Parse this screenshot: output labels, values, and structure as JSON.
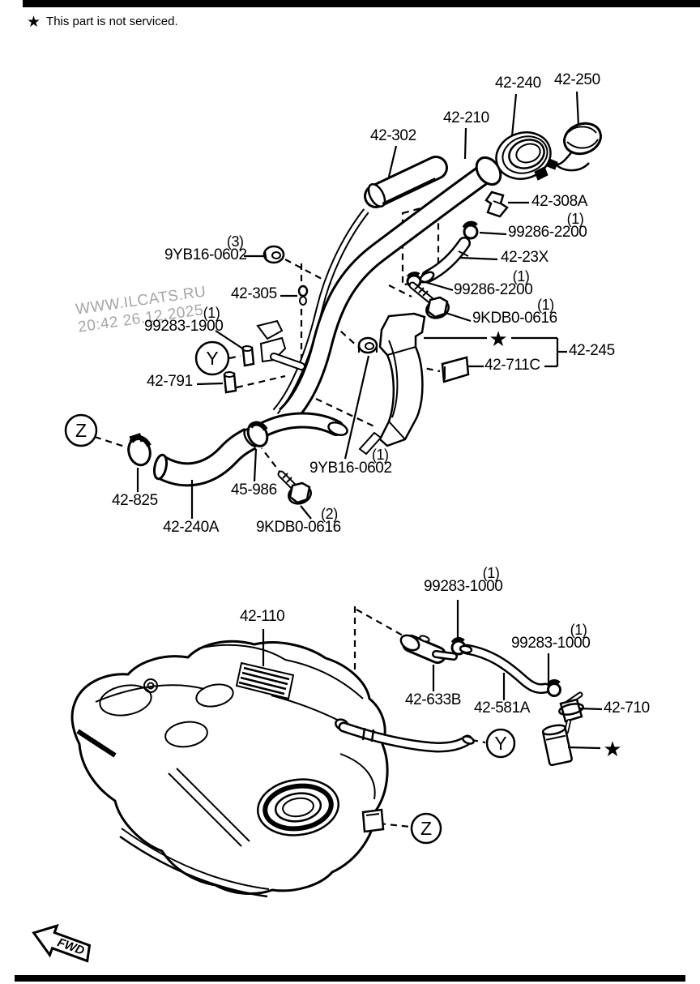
{
  "note": {
    "star": "★",
    "text": "This part is not serviced."
  },
  "watermark": {
    "line1": "WWW.ILCATS.RU",
    "line2": "20:42 26.12.2025"
  },
  "fwd": {
    "label": "FWD"
  },
  "upper": {
    "star_symbol": "★",
    "view_y": "Y",
    "view_z": "Z",
    "callouts": [
      {
        "part": "42-302",
        "qty": ""
      },
      {
        "part": "42-210",
        "qty": ""
      },
      {
        "part": "42-240",
        "qty": ""
      },
      {
        "part": "42-250",
        "qty": ""
      },
      {
        "part": "42-308A",
        "qty": ""
      },
      {
        "part": "99286-2200",
        "qty": "(1)"
      },
      {
        "part": "42-23X",
        "qty": ""
      },
      {
        "part": "99286-2200",
        "qty": "(1)"
      },
      {
        "part": "9KDB0-0616",
        "qty": "(1)"
      },
      {
        "part": "9YB16-0602",
        "qty": "(3)"
      },
      {
        "part": "42-305",
        "qty": ""
      },
      {
        "part": "99283-1900",
        "qty": "(1)"
      },
      {
        "part": "42-791",
        "qty": ""
      },
      {
        "part": "42-245",
        "qty": ""
      },
      {
        "part": "42-711C",
        "qty": ""
      },
      {
        "part": "42-825",
        "qty": ""
      },
      {
        "part": "42-240A",
        "qty": ""
      },
      {
        "part": "45-986",
        "qty": ""
      },
      {
        "part": "9KDB0-0616",
        "qty": "(2)"
      },
      {
        "part": "9YB16-0602",
        "qty": "(1)"
      }
    ]
  },
  "lower": {
    "star_symbol": "★",
    "view_y": "Y",
    "view_z": "Z",
    "callouts": [
      {
        "part": "42-110",
        "qty": ""
      },
      {
        "part": "99283-1000",
        "qty": "(1)"
      },
      {
        "part": "42-633B",
        "qty": ""
      },
      {
        "part": "42-581A",
        "qty": ""
      },
      {
        "part": "99283-1000",
        "qty": "(1)"
      },
      {
        "part": "42-710",
        "qty": ""
      }
    ]
  }
}
